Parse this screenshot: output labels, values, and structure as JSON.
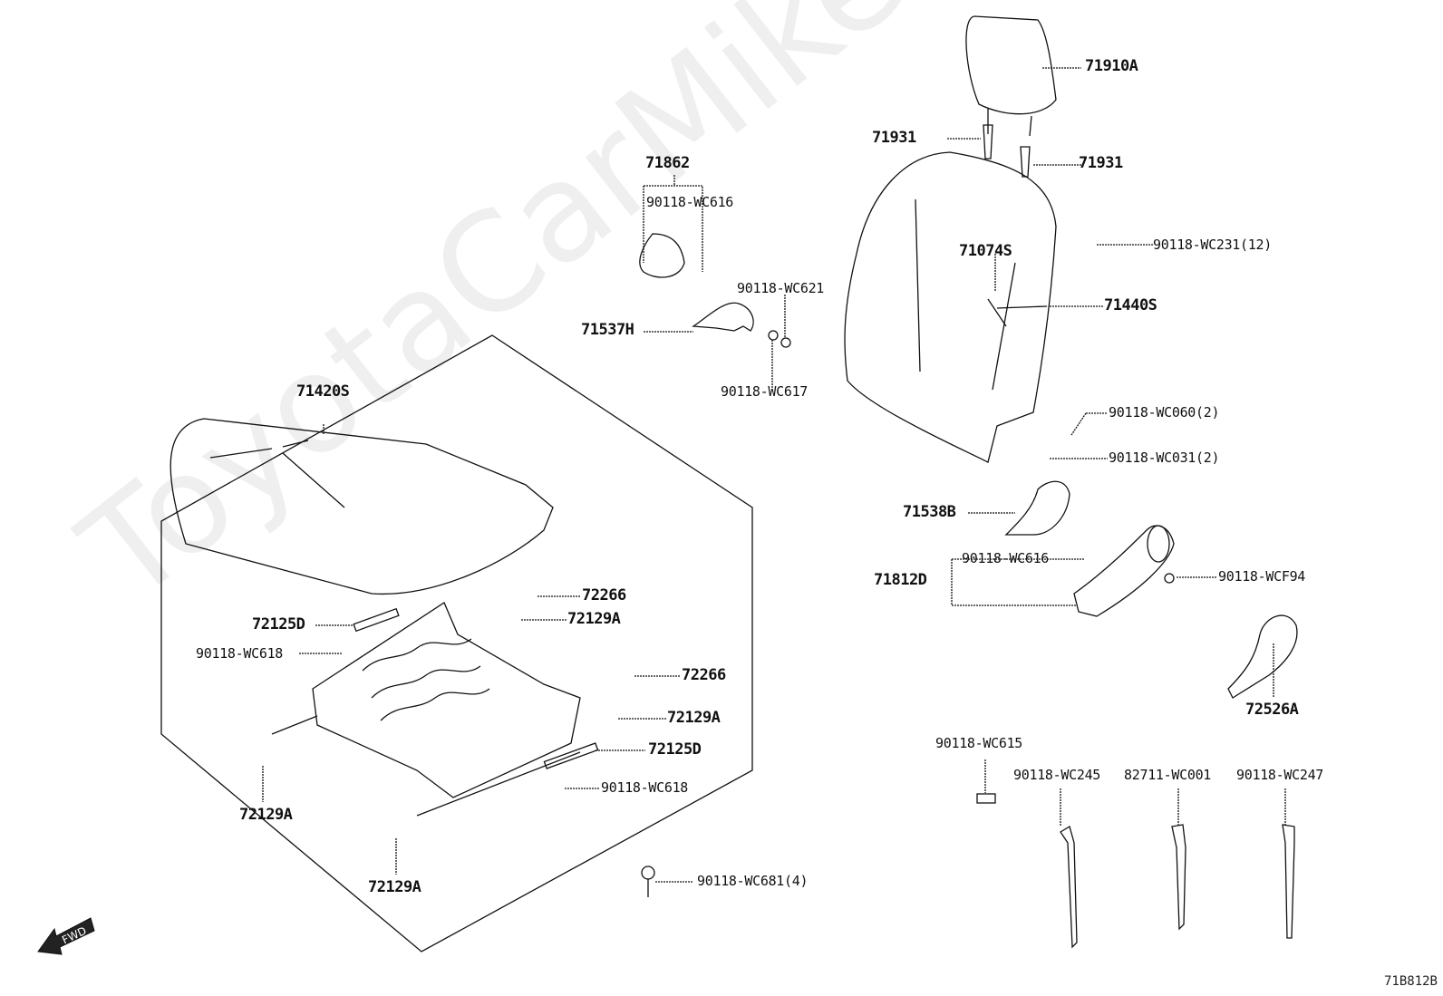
{
  "diagram": {
    "watermark": "ToyotaCarMike.ru",
    "diagram_code": "71B812B",
    "fwd_label": "FWD",
    "labels": {
      "p71910A": "71910A",
      "p71931_left": "71931",
      "p71931_right": "71931",
      "p71862": "71862",
      "p90118_WC616_top": "90118-WC616",
      "p90118_WC231": "90118-WC231(12)",
      "p71074S": "71074S",
      "p71440S": "71440S",
      "p90118_WC621": "90118-WC621",
      "p71537H": "71537H",
      "p90118_WC617": "90118-WC617",
      "p71420S": "71420S",
      "p90118_WC060": "90118-WC060(2)",
      "p90118_WC031": "90118-WC031(2)",
      "p71538B": "71538B",
      "p90118_WC616_mid": "90118-WC616",
      "p71812D": "71812D",
      "p90118_WCF94": "90118-WCF94",
      "p72266_a": "72266",
      "p72129A_a": "72129A",
      "p72125D_a": "72125D",
      "p90118_WC618_a": "90118-WC618",
      "p72266_b": "72266",
      "p72129A_b": "72129A",
      "p72125D_b": "72125D",
      "p90118_WC618_b": "90118-WC618",
      "p72129A_c": "72129A",
      "p72129A_d": "72129A",
      "p90118_WC681": "90118-WC681(4)",
      "p72526A": "72526A",
      "p90118_WC615": "90118-WC615",
      "p90118_WC245": "90118-WC245",
      "p82711_WC001": "82711-WC001",
      "p90118_WC247": "90118-WC247"
    }
  }
}
